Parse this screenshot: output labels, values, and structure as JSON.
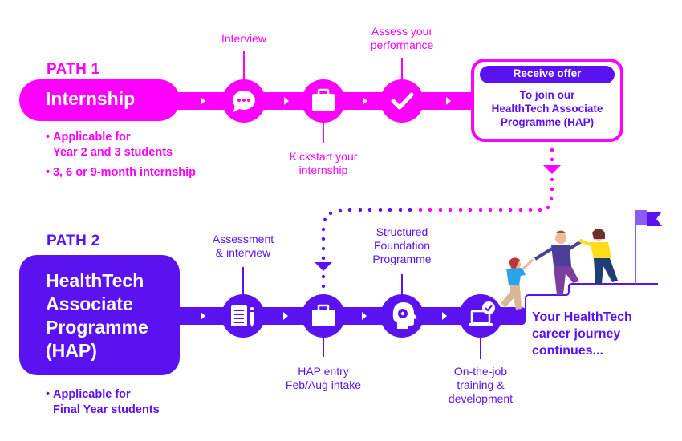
{
  "colors": {
    "path1": "#ff00ff",
    "path2": "#5b12f0",
    "offer_header_bg": "#5b12f0",
    "white": "#ffffff"
  },
  "path1": {
    "label": "PATH 1",
    "title": "Internship",
    "bullets": [
      {
        "lines": [
          "Applicable for",
          "Year 2 and 3 students"
        ]
      },
      {
        "lines": [
          "3, 6 or 9-month internship"
        ]
      }
    ],
    "steps": [
      {
        "icon": "speech-bubble-icon",
        "label_lines": [
          "Interview"
        ],
        "position": "above"
      },
      {
        "icon": "briefcase-icon",
        "label_lines": [
          "Kickstart your",
          "internship"
        ],
        "position": "below"
      },
      {
        "icon": "checkmark-icon",
        "label_lines": [
          "Assess your",
          "performance"
        ],
        "position": "above"
      }
    ],
    "offer": {
      "header": "Receive offer",
      "body_lines": [
        "To join our",
        "HealthTech Associate",
        "Programme (HAP)"
      ]
    }
  },
  "path2": {
    "label": "PATH 2",
    "title_lines": [
      "HealthTech",
      "Associate",
      "Programme",
      "(HAP)"
    ],
    "bullets": [
      {
        "lines": [
          "Applicable for",
          "Final Year students"
        ]
      }
    ],
    "steps": [
      {
        "icon": "document-pencil-icon",
        "label_lines": [
          "Assessment",
          "& interview"
        ],
        "position": "above"
      },
      {
        "icon": "briefcase-icon",
        "label_lines": [
          "HAP entry",
          "Feb/Aug intake"
        ],
        "position": "below"
      },
      {
        "icon": "head-gear-icon",
        "label_lines": [
          "Structured",
          "Foundation",
          "Programme"
        ],
        "position": "above"
      },
      {
        "icon": "laptop-check-icon",
        "label_lines": [
          "On-the-job",
          "training &",
          "development"
        ],
        "position": "below"
      }
    ],
    "finale_lines": [
      "Your HealthTech",
      "career journey",
      "continues..."
    ]
  }
}
